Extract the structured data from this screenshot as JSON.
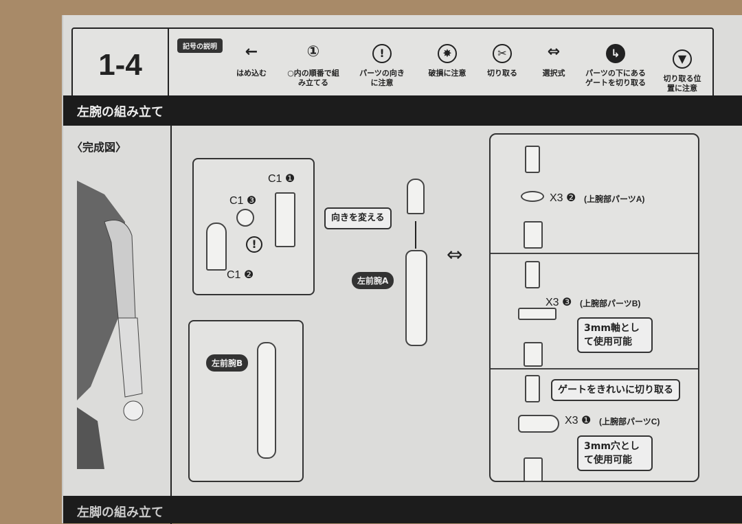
{
  "step_number": "1-4",
  "legend": {
    "title": "記号の説明",
    "items": [
      {
        "icon": "arrow-left-icon",
        "glyph": "←",
        "label": "はめ込む"
      },
      {
        "icon": "numbered-hexagon-icon",
        "glyph": "①",
        "label": "○内の順番で組み立てる"
      },
      {
        "icon": "exclamation-icon",
        "glyph": "!",
        "label": "パーツの向きに注意"
      },
      {
        "icon": "breakage-icon",
        "glyph": "✸",
        "label": "破損に注意"
      },
      {
        "icon": "cut-icon",
        "glyph": "✂",
        "label": "切り取る"
      },
      {
        "icon": "choice-arrows-icon",
        "glyph": "⇔",
        "label": "選択式"
      },
      {
        "icon": "gate-cut-icon",
        "glyph": "↳",
        "label": "パーツの下にあるゲートを切り取る"
      },
      {
        "icon": "cut-position-icon",
        "glyph": "▼",
        "label": "切り取る位置に注意"
      }
    ]
  },
  "section_title": "左腕の組み立て",
  "completed_label": "〈完成図〉",
  "assembly": {
    "parts": {
      "c1_1": "C1 ❶",
      "c1_3": "C1 ❸",
      "c1_2": "C1 ❷"
    },
    "turn_callout": "向きを変える",
    "forearm_a": "左前腕A",
    "forearm_b": "左前腕B"
  },
  "options": [
    {
      "qty": "X3 ❷",
      "name": "(上腕部パーツA)",
      "note": ""
    },
    {
      "qty": "X3 ❸",
      "name": "(上腕部パーツB)",
      "note": "3mm軸として使用可能"
    },
    {
      "qty": "X3 ❶",
      "name": "(上腕部パーツC)",
      "note": "3mm穴として使用可能",
      "gate_note": "ゲートをきれいに切り取る"
    }
  ],
  "next_section": "左脚の組み立て"
}
